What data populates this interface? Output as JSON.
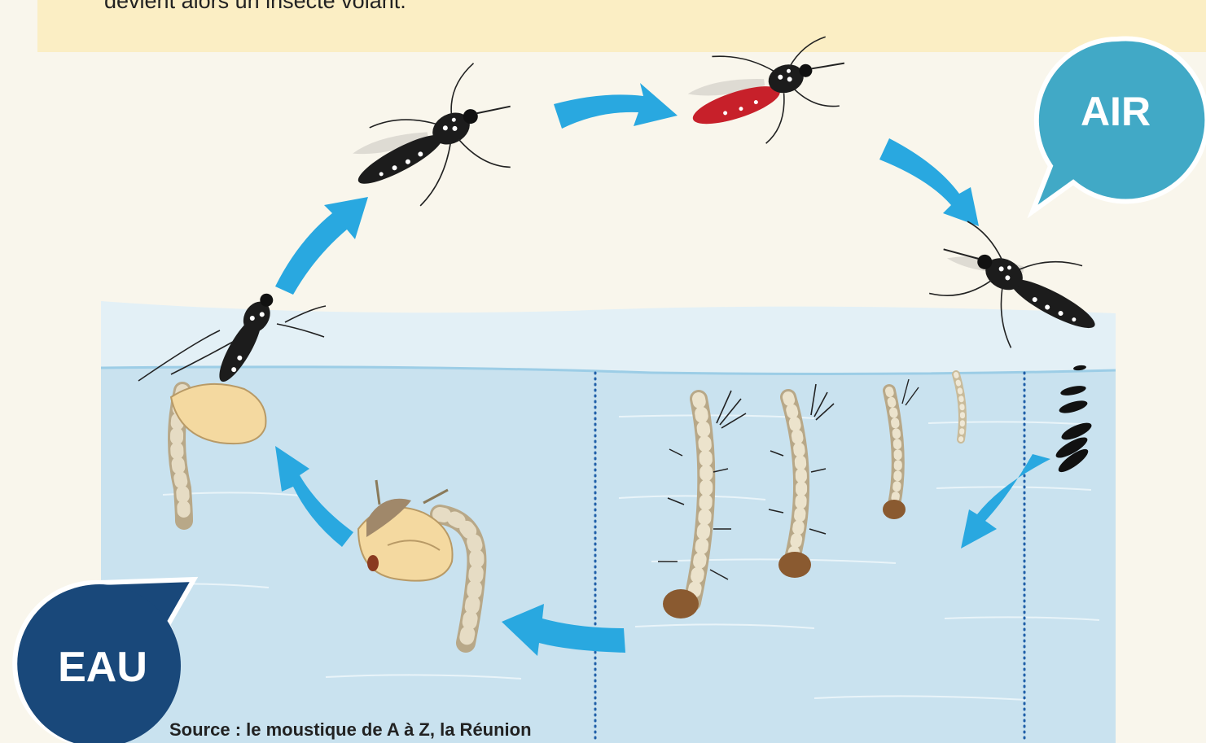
{
  "header": {
    "text": "devient alors un insecte volant."
  },
  "bubbles": {
    "air": "AIR",
    "eau": "EAU"
  },
  "source": "Source : le moustique de A à Z, la Réunion",
  "colors": {
    "water_dark": "#c9e2ef",
    "water_light": "#e3f0f6",
    "arrow": "#29a8e0",
    "air_bubble": "#41a9c6",
    "eau_bubble": "#19487a",
    "banner": "#fbeec4",
    "divider": "#1f5fa8"
  },
  "stages": [
    "adult-mosquito",
    "blood-fed-mosquito",
    "egg-laying-mosquito",
    "eggs",
    "larvae",
    "pupa",
    "emerging-adult"
  ]
}
